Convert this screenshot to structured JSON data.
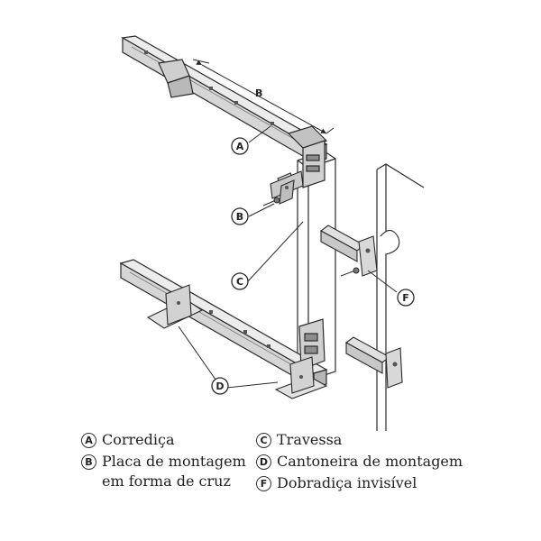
{
  "callouts": {
    "A": "A",
    "B": "B",
    "C": "C",
    "D": "D",
    "F": "F",
    "dimension": "B"
  },
  "legend": {
    "left": [
      {
        "letter": "A",
        "label": "Corrediça",
        "cont": ""
      },
      {
        "letter": "B",
        "label": "Placa de montagem",
        "cont": "em forma de cruz"
      }
    ],
    "right": [
      {
        "letter": "C",
        "label": "Travessa",
        "cont": ""
      },
      {
        "letter": "D",
        "label": "Cantoneira de montagem",
        "cont": ""
      },
      {
        "letter": "F",
        "label": "Dobradiça invisível",
        "cont": ""
      }
    ]
  },
  "colors": {
    "line": "#2a2a2a",
    "metal_light": "#e9e9e9",
    "metal_mid": "#c9c9c9",
    "metal_dark": "#8d8d8d"
  }
}
